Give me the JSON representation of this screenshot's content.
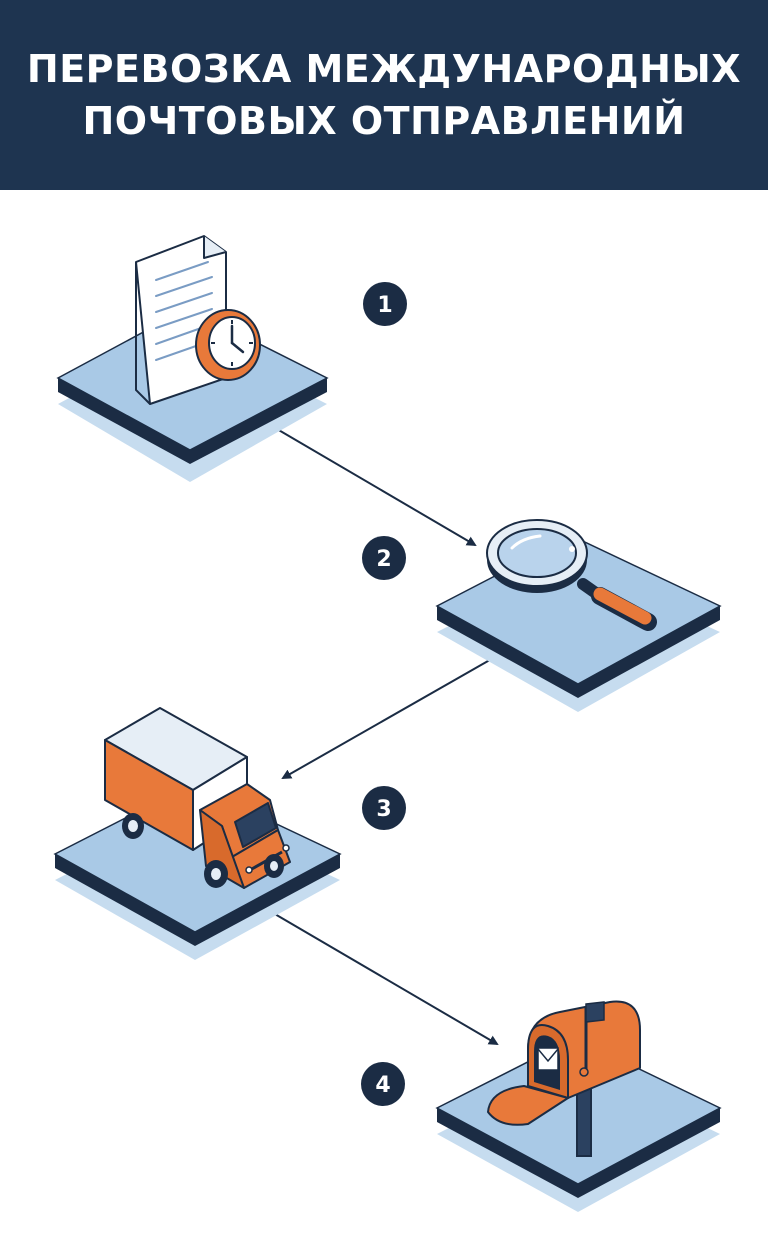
{
  "title": {
    "line1": "ПЕРЕВОЗКА МЕЖДУНАРОДНЫХ",
    "line2": "ПОЧТОВЫХ ОТПРАВЛЕНИЙ"
  },
  "steps": [
    {
      "number": "1",
      "icon": "document-clock-icon"
    },
    {
      "number": "2",
      "icon": "magnifying-glass-icon"
    },
    {
      "number": "3",
      "icon": "delivery-truck-icon"
    },
    {
      "number": "4",
      "icon": "mailbox-icon"
    }
  ],
  "colors": {
    "header": "#1e3450",
    "navy": "#1b2c44",
    "platform_top": "#a9c9e6",
    "platform_shadow": "#c6dcef",
    "orange": "#e8793a",
    "white": "#ffffff"
  }
}
